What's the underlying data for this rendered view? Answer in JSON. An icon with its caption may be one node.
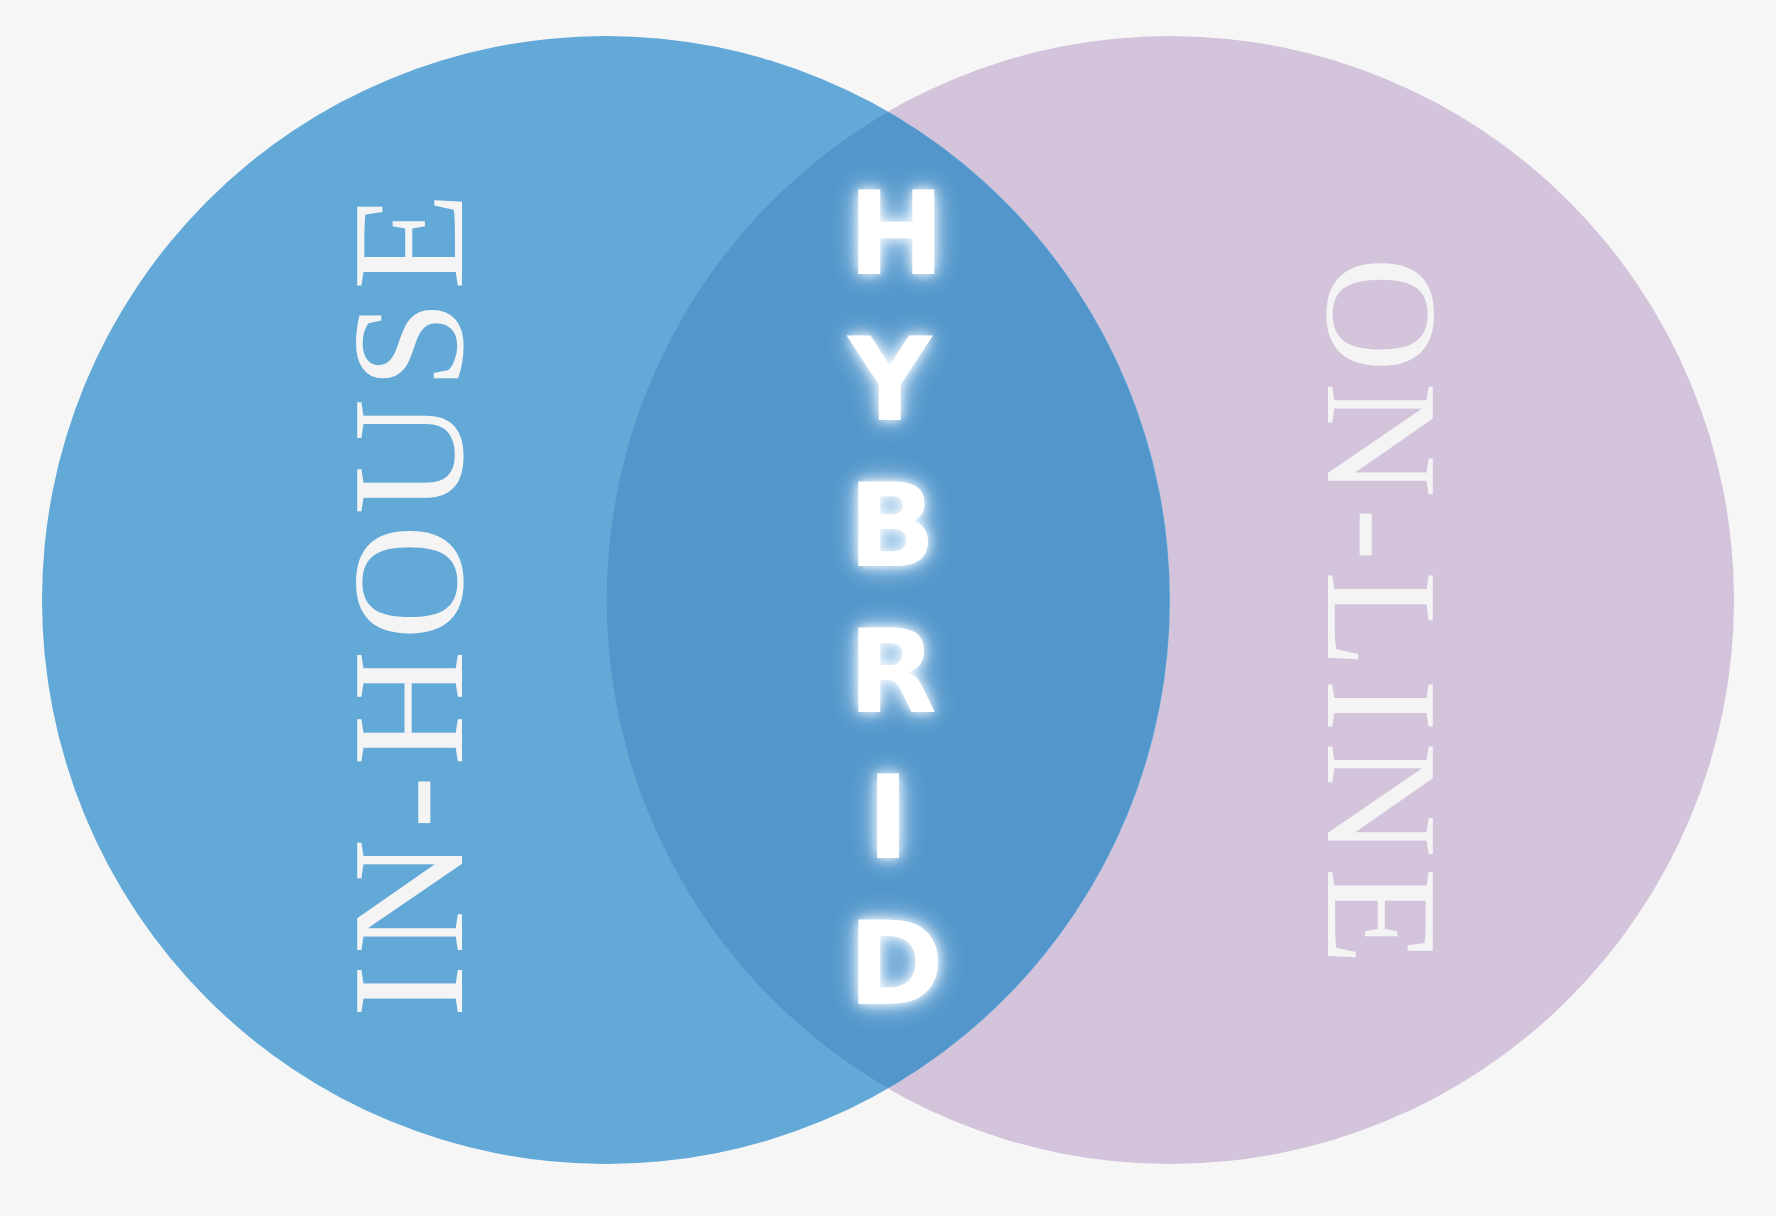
{
  "diagram": {
    "nodes": [
      {
        "text": [
          "IN-HOUSE"
        ]
      },
      {
        "text": [
          "ON-LINE"
        ]
      },
      {
        "text": [
          "HYBRID"
        ]
      }
    ]
  }
}
